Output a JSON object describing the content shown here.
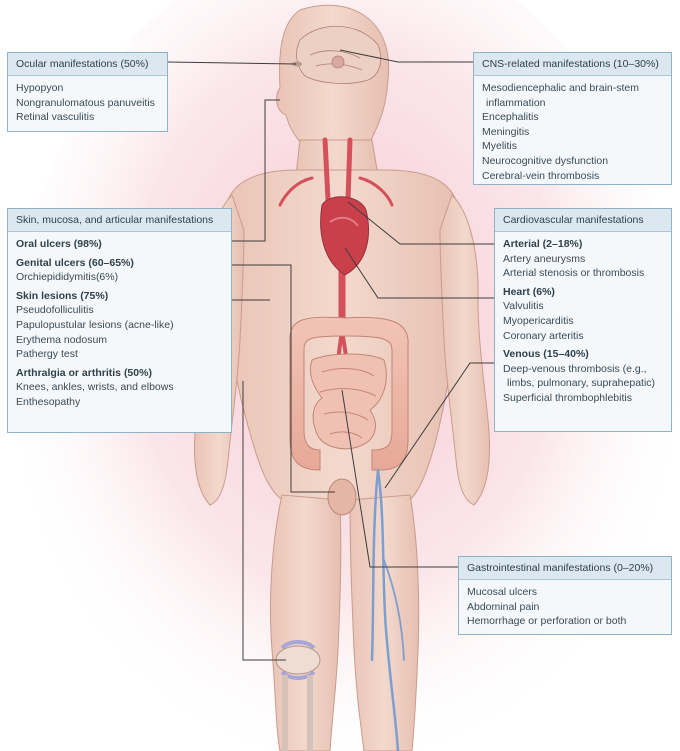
{
  "ocular": {
    "title": "Ocular manifestations (50%)",
    "items": [
      "Hypopyon",
      "Nongranulomatous panuveitis",
      "Retinal vasculitis"
    ]
  },
  "cns": {
    "title": "CNS-related manifestations (10–30%)",
    "items": [
      "Mesodiencephalic and brain-stem",
      "inflammation",
      "Encephalitis",
      "Meningitis",
      "Myelitis",
      "Neurocognitive dysfunction",
      "Cerebral-vein thrombosis"
    ]
  },
  "skin": {
    "title": "Skin, mucosa, and articular manifestations",
    "oral": "Oral ulcers (98%)",
    "genital": "Genital ulcers (60–65%)",
    "genital_items": [
      "Orchiepididymitis(6%)"
    ],
    "lesions": "Skin lesions (75%)",
    "lesion_items": [
      "Pseudofolliculitis",
      "Papulopustular lesions (acne-like)",
      "Erythema nodosum",
      "Pathergy test"
    ],
    "arthralgia": "Arthralgia or arthritis (50%)",
    "arthralgia_items": [
      "Knees, ankles, wrists, and elbows",
      "Enthesopathy"
    ]
  },
  "cardio": {
    "title": "Cardiovascular manifestations",
    "arterial": "Arterial (2–18%)",
    "arterial_items": [
      "Artery aneurysms",
      "Arterial stenosis or thrombosis"
    ],
    "heart": "Heart (6%)",
    "heart_items": [
      "Valvulitis",
      "Myopericarditis",
      "Coronary arteritis"
    ],
    "venous": "Venous (15–40%)",
    "venous_items": [
      "Deep-venous thrombosis (e.g.,",
      "limbs, pulmonary, suprahepatic)",
      "Superficial thrombophlebitis"
    ]
  },
  "gi": {
    "title": "Gastrointestinal manifestations (0–20%)",
    "items": [
      "Mucosal ulcers",
      "Abdominal pain",
      "Hemorrhage or perforation or both"
    ]
  }
}
